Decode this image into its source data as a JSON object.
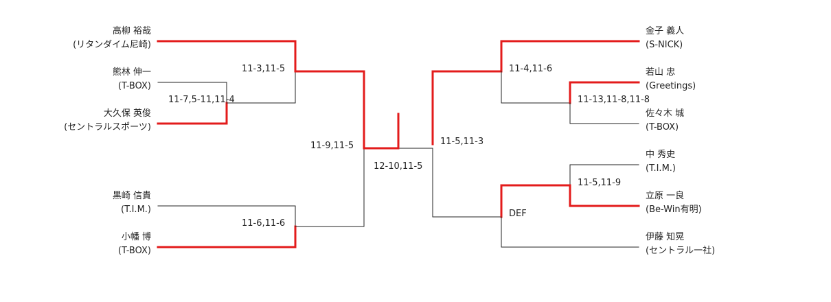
{
  "colors": {
    "winner_line": "#e31b1b",
    "line": "#222222",
    "text": "#222222",
    "background": "#ffffff"
  },
  "left": {
    "players": [
      {
        "name": "高柳 裕哉",
        "team": "(リタンダイム尼崎)"
      },
      {
        "name": "熊林 伸一",
        "team": "(T-BOX)"
      },
      {
        "name": "大久保 英俊",
        "team": "(セントラルスポーツ)"
      },
      {
        "name": "黒崎 信貴",
        "team": "(T.I.M.)"
      },
      {
        "name": "小幡 博",
        "team": "(T-BOX)"
      }
    ],
    "scores": {
      "r1": "11-7,5-11,11-4",
      "r2a": "11-3,11-5",
      "r2b": "11-6,11-6",
      "semi": "11-9,11-5"
    }
  },
  "right": {
    "players": [
      {
        "name": "金子 義人",
        "team": "(S-NICK)"
      },
      {
        "name": "若山 忠",
        "team": "(Greetings)"
      },
      {
        "name": "佐々木 城",
        "team": "(T-BOX)"
      },
      {
        "name": "中 秀史",
        "team": "(T.I.M.)"
      },
      {
        "name": "立原 一良",
        "team": "(Be-Win有明)"
      },
      {
        "name": "伊藤 知晃",
        "team": "(セントラル一社)"
      }
    ],
    "scores": {
      "r1a": "11-13,11-8,11-8",
      "r1b": "11-5,11-9",
      "r2a": "11-4,11-6",
      "r2b": "DEF",
      "semi": "11-5,11-3"
    }
  },
  "final": {
    "score": "12-10,11-5"
  }
}
